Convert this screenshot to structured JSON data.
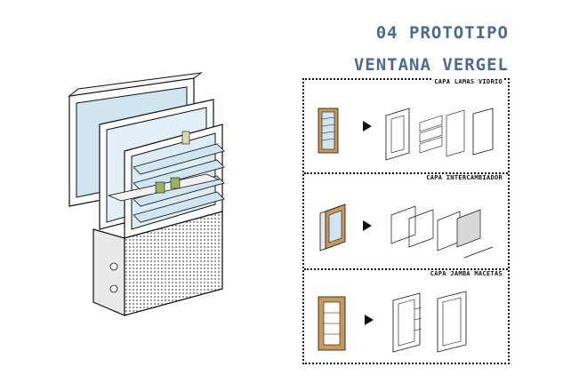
{
  "header": {
    "line1": "04 PROTOTIPO",
    "line2": "VENTANA VERGEL"
  },
  "layers": [
    {
      "label": "CAPA LAMAS VIDRIO"
    },
    {
      "label": "CAPA INTERCAMBIADOR"
    },
    {
      "label": "CAPA JAMBA MACETAS"
    }
  ],
  "colors": {
    "title": "#4e6a92",
    "glass": "#cfe6f2",
    "wood": "#c79a5a",
    "planter": "#9ab35f"
  }
}
